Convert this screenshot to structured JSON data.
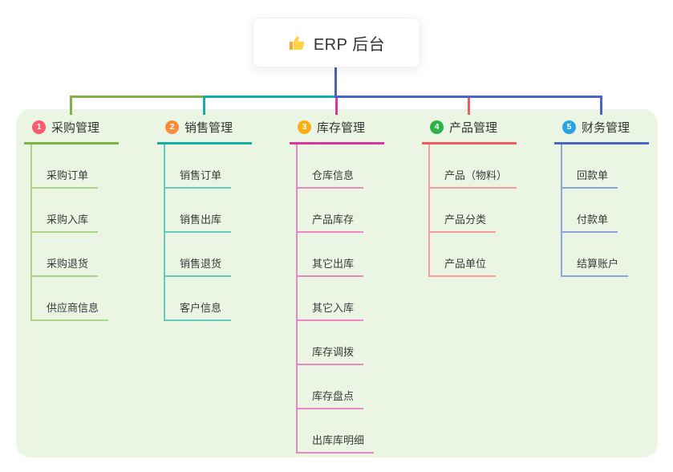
{
  "root": {
    "title": "ERP 后台",
    "icon": "thumbs-up",
    "line_color": "#4a5fc6"
  },
  "branches": [
    {
      "index": "1",
      "label": "采购管理",
      "badge_color": "#fa5a6e",
      "line_color": "#7cb342",
      "child_line_color": "#abd584",
      "children": [
        "采购订单",
        "采购入库",
        "采购退货",
        "供应商信息"
      ]
    },
    {
      "index": "2",
      "label": "销售管理",
      "badge_color": "#fb8c3c",
      "line_color": "#12b0a6",
      "child_line_color": "#64c9c0",
      "children": [
        "销售订单",
        "销售出库",
        "销售退货",
        "客户信息"
      ]
    },
    {
      "index": "3",
      "label": "库存管理",
      "badge_color": "#f9b017",
      "line_color": "#d6399b",
      "child_line_color": "#ea86c4",
      "children": [
        "仓库信息",
        "产品库存",
        "其它出库",
        "其它入库",
        "库存调拨",
        "库存盘点",
        "出库库明细"
      ]
    },
    {
      "index": "4",
      "label": "产品管理",
      "badge_color": "#2cb14b",
      "line_color": "#f25b5b",
      "child_line_color": "#f59d9b",
      "children": [
        "产品（物料）",
        "产品分类",
        "产品单位"
      ]
    },
    {
      "index": "5",
      "label": "财务管理",
      "badge_color": "#29a3e2",
      "line_color": "#4a66c4",
      "child_line_color": "#8da4de",
      "children": [
        "回款单",
        "付款单",
        "结算账户"
      ]
    }
  ]
}
